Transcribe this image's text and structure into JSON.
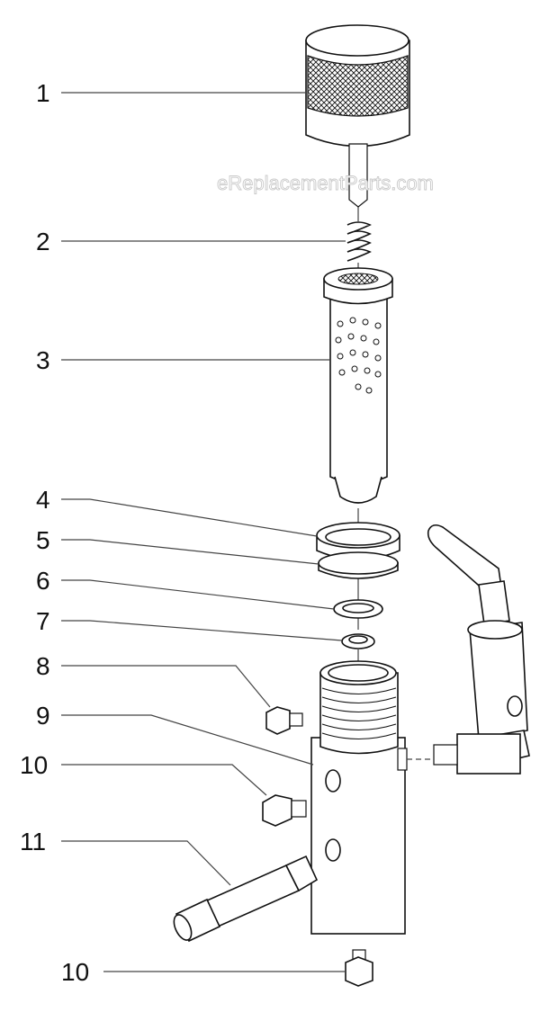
{
  "watermark": "eReplacementParts.com",
  "callouts": [
    {
      "id": "1",
      "label": "1"
    },
    {
      "id": "2",
      "label": "2"
    },
    {
      "id": "3",
      "label": "3"
    },
    {
      "id": "4",
      "label": "4"
    },
    {
      "id": "5",
      "label": "5"
    },
    {
      "id": "6",
      "label": "6"
    },
    {
      "id": "7",
      "label": "7"
    },
    {
      "id": "8",
      "label": "8"
    },
    {
      "id": "9",
      "label": "9"
    },
    {
      "id": "10a",
      "label": "10"
    },
    {
      "id": "11",
      "label": "11"
    },
    {
      "id": "10b",
      "label": "10"
    }
  ],
  "colors": {
    "line": "#111111",
    "watermark_stroke": "#c9c9c9"
  }
}
